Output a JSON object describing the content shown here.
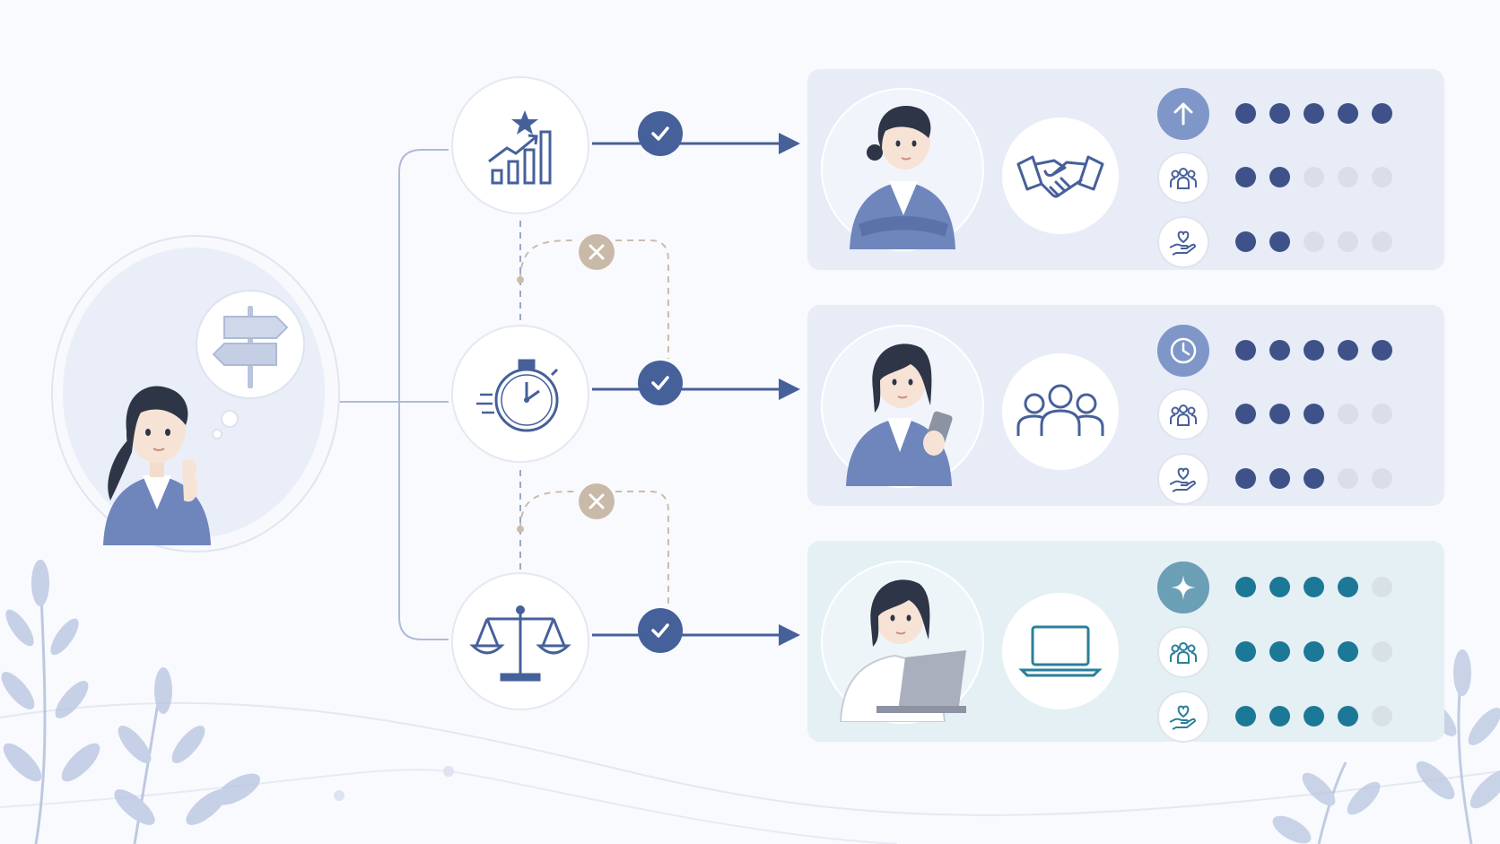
{
  "colors": {
    "navy": "#3e5289",
    "teal": "#1c7897",
    "muted_x": "#c9b9a8",
    "panel_blue": "#e8ecf7",
    "panel_teal": "#e5f0f4"
  },
  "thinker": {
    "figure": "woman-thinking-hand-on-chin",
    "thought_icon": "signpost-icon"
  },
  "options": [
    {
      "icon": "growth-chart-star-icon",
      "status": "selected",
      "check_icon": "check-icon"
    },
    {
      "icon": "stopwatch-icon",
      "status": "selected",
      "check_icon": "check-icon"
    },
    {
      "icon": "balance-scale-icon",
      "status": "selected",
      "check_icon": "check-icon"
    }
  ],
  "rejected_paths": [
    {
      "icon": "x-icon",
      "between": "option-1-and-option-2"
    },
    {
      "icon": "x-icon",
      "between": "option-2-and-option-3"
    }
  ],
  "outcomes": [
    {
      "person": "woman-arms-crossed",
      "activity_icon": "handshake-icon",
      "theme": "blue",
      "metrics": [
        {
          "icon": "arrow-up-icon",
          "rating": 5,
          "max": 5
        },
        {
          "icon": "people-group-icon",
          "rating": 2,
          "max": 5
        },
        {
          "icon": "heart-hand-icon",
          "rating": 2,
          "max": 5
        }
      ]
    },
    {
      "person": "woman-with-smartphone",
      "activity_icon": "team-icon",
      "theme": "blue",
      "metrics": [
        {
          "icon": "clock-icon",
          "rating": 5,
          "max": 5
        },
        {
          "icon": "people-group-icon",
          "rating": 3,
          "max": 5
        },
        {
          "icon": "heart-hand-icon",
          "rating": 3,
          "max": 5
        }
      ]
    },
    {
      "person": "woman-with-laptop",
      "activity_icon": "laptop-icon",
      "theme": "teal",
      "metrics": [
        {
          "icon": "sparkle-icon",
          "rating": 4,
          "max": 5
        },
        {
          "icon": "people-group-icon",
          "rating": 4,
          "max": 5
        },
        {
          "icon": "heart-hand-icon",
          "rating": 4,
          "max": 5
        }
      ]
    }
  ]
}
